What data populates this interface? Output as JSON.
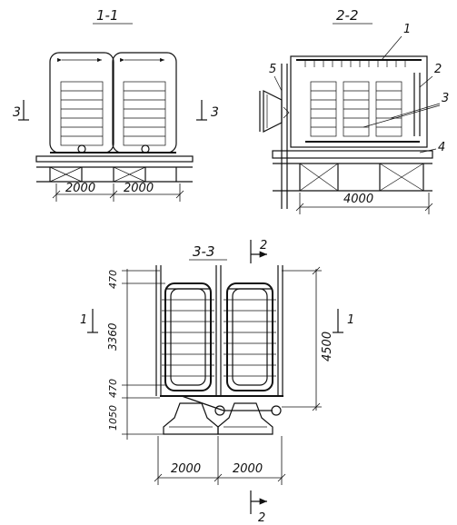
{
  "sections": {
    "s11": {
      "title": "1-1",
      "cut_label": "3",
      "dims": [
        "2000",
        "2000"
      ]
    },
    "s22": {
      "title": "2-2",
      "dims": [
        "4000"
      ],
      "callouts": [
        "1",
        "2",
        "3",
        "4",
        "5"
      ]
    },
    "s33": {
      "title": "3-3",
      "cut_label_side": "1",
      "cut_label_top": "2",
      "vertical_dims": [
        "470",
        "3360",
        "470",
        "1050"
      ],
      "overall_dim": "4500",
      "horizontal_dims": [
        "2000",
        "2000"
      ]
    }
  }
}
